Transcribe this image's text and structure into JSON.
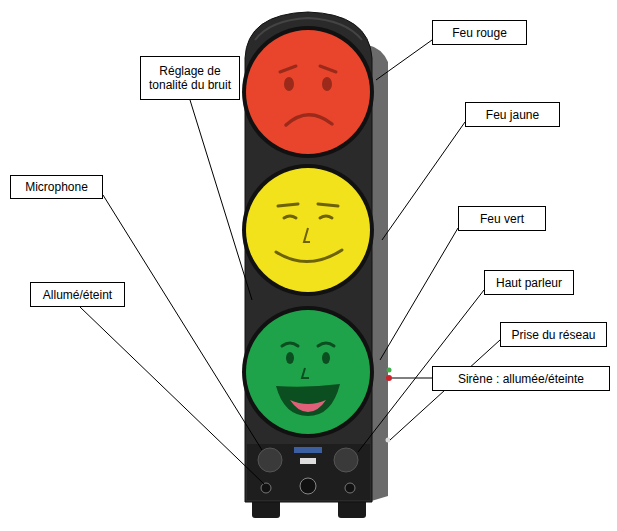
{
  "diagram": {
    "nodes": [
      {
        "text": [
          "Feu rouge"
        ]
      },
      {
        "text": [
          "Réglage de tonalité du bruit"
        ]
      },
      {
        "text": [
          "Feu jaune"
        ]
      },
      {
        "text": [
          "Microphone"
        ]
      },
      {
        "text": [
          "Feu vert"
        ]
      },
      {
        "text": [
          "Haut parleur"
        ]
      },
      {
        "text": [
          "Allumé/éteint"
        ]
      },
      {
        "text": [
          "Prise du réseau"
        ]
      },
      {
        "text": [
          "Sirène : allumée/éteinte"
        ]
      }
    ]
  }
}
